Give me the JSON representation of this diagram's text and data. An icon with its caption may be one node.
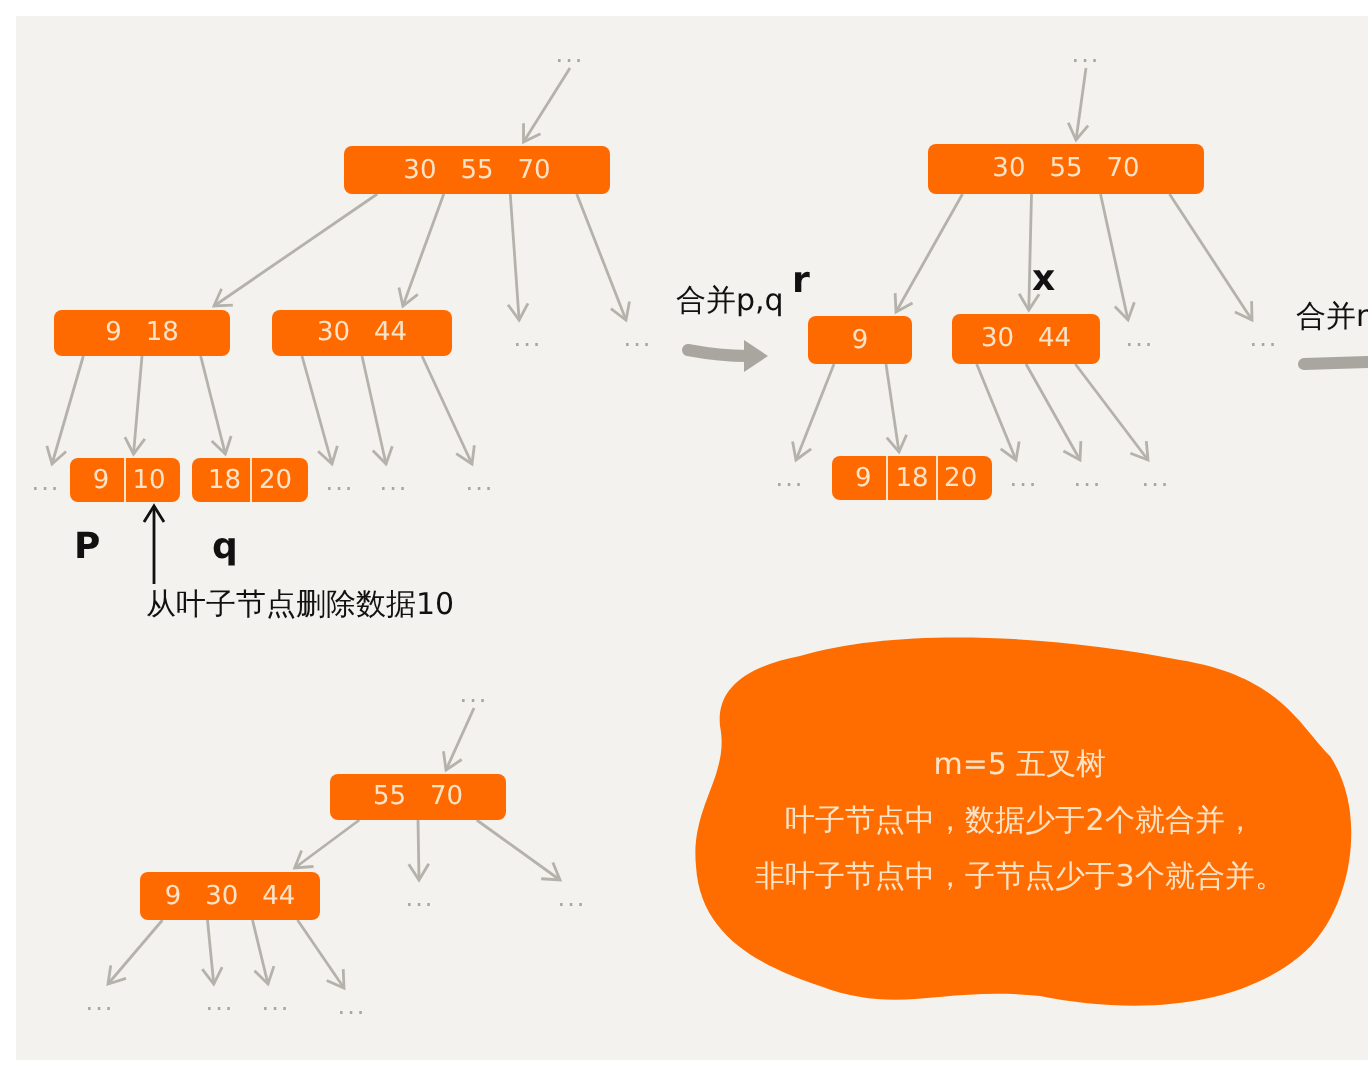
{
  "diagram": {
    "nodes": [
      {
        "text": [
          "..."
        ]
      },
      {
        "text": [
          "30",
          "55",
          "70"
        ]
      },
      {
        "text": [
          "9",
          "18"
        ]
      },
      {
        "text": [
          "30",
          "44"
        ]
      },
      {
        "text": [
          "..."
        ]
      },
      {
        "text": [
          "..."
        ]
      },
      {
        "text": [
          "..."
        ]
      },
      {
        "text": [
          "9",
          "10"
        ],
        "beside": [
          "P"
        ]
      },
      {
        "text": [
          "18",
          "20"
        ],
        "beside": [
          "q"
        ]
      },
      {
        "text": [
          "..."
        ]
      },
      {
        "text": [
          "..."
        ]
      },
      {
        "text": [
          "..."
        ]
      },
      {
        "text": [
          "从叶子节点删除数据10"
        ]
      },
      {
        "text": [
          "..."
        ]
      },
      {
        "text": [
          "30",
          "55",
          "70"
        ]
      },
      {
        "text": [
          "9"
        ],
        "beside": [
          "r"
        ]
      },
      {
        "text": [
          "30",
          "44"
        ],
        "beside": [
          "x"
        ]
      },
      {
        "text": [
          "..."
        ]
      },
      {
        "text": [
          "..."
        ]
      },
      {
        "text": [
          "..."
        ]
      },
      {
        "text": [
          "9",
          "18",
          "20"
        ]
      },
      {
        "text": [
          "..."
        ]
      },
      {
        "text": [
          "..."
        ]
      },
      {
        "text": [
          "..."
        ]
      },
      {
        "text": [
          "..."
        ]
      },
      {
        "text": [
          "55",
          "70"
        ]
      },
      {
        "text": [
          "9",
          "30",
          "44"
        ]
      },
      {
        "text": [
          "..."
        ]
      },
      {
        "text": [
          "..."
        ]
      },
      {
        "text": [
          "..."
        ]
      },
      {
        "text": [
          "..."
        ]
      },
      {
        "text": [
          "..."
        ]
      },
      {
        "text": [
          "..."
        ]
      },
      {
        "text": [
          "m=5 五叉树",
          "叶子节点中，数据少于2个就合并，",
          "非叶子节点中，子节点少于3个就合并。"
        ]
      }
    ],
    "edges": [
      {
        "from": 0,
        "to": 1,
        "arrow": "to"
      },
      {
        "from": 1,
        "to": 2,
        "arrow": "to"
      },
      {
        "from": 1,
        "to": 3,
        "arrow": "to"
      },
      {
        "from": 1,
        "to": 4,
        "arrow": "to"
      },
      {
        "from": 1,
        "to": 5,
        "arrow": "to"
      },
      {
        "from": 2,
        "to": 6,
        "arrow": "to"
      },
      {
        "from": 2,
        "to": 7,
        "arrow": "to"
      },
      {
        "from": 2,
        "to": 8,
        "arrow": "to"
      },
      {
        "from": 3,
        "to": 9,
        "arrow": "to"
      },
      {
        "from": 3,
        "to": 10,
        "arrow": "to"
      },
      {
        "from": 3,
        "to": 11,
        "arrow": "to"
      },
      {
        "from": 12,
        "to": 7,
        "arrow": "to",
        "color": "#111111"
      },
      {
        "from": 13,
        "to": 14,
        "arrow": "to"
      },
      {
        "from": 14,
        "to": 15,
        "arrow": "to"
      },
      {
        "from": 14,
        "to": 16,
        "arrow": "to"
      },
      {
        "from": 14,
        "to": 17,
        "arrow": "to"
      },
      {
        "from": 14,
        "to": 18,
        "arrow": "to"
      },
      {
        "from": 15,
        "to": 19,
        "arrow": "to"
      },
      {
        "from": 15,
        "to": 20,
        "arrow": "to"
      },
      {
        "from": 16,
        "to": 21,
        "arrow": "to"
      },
      {
        "from": 16,
        "to": 22,
        "arrow": "to"
      },
      {
        "from": 16,
        "to": 23,
        "arrow": "to"
      },
      {
        "from": 24,
        "to": 25,
        "arrow": "to"
      },
      {
        "from": 25,
        "to": 26,
        "arrow": "to"
      },
      {
        "from": 25,
        "to": 27,
        "arrow": "to"
      },
      {
        "from": 25,
        "to": 28,
        "arrow": "to"
      },
      {
        "from": 26,
        "to": 29,
        "arrow": "to"
      },
      {
        "from": 26,
        "to": 30,
        "arrow": "to"
      },
      {
        "from": 26,
        "to": 31,
        "arrow": "to"
      },
      {
        "from": 26,
        "to": 32,
        "arrow": "to"
      }
    ],
    "labels": [
      "合并p,q",
      "合并r"
    ]
  }
}
